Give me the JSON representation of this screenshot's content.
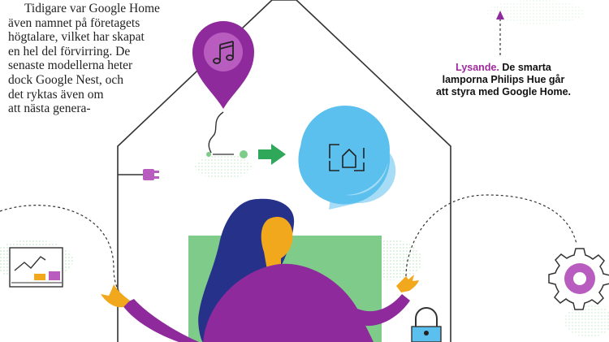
{
  "article": {
    "lines": [
      "Tidigare var Google Home",
      "även namnet på företagets",
      "högtalare, vilket har skapat",
      "en hel del förvirring. De",
      "senaste modellerna heter",
      "dock Google Nest, och",
      "det ryktas även om",
      "att nästa genera-"
    ]
  },
  "caption": {
    "highlight": "Lysande.",
    "text": "De smarta lamporna Philips Hue går att styra med Google Home."
  },
  "illustration": {
    "icons": [
      "music-note-icon",
      "home-icon",
      "power-plug-icon",
      "arrow-right-icon",
      "chart-icon",
      "gear-icon",
      "padlock-icon"
    ],
    "colors": {
      "purple": "#8e2a9b",
      "purple_light": "#b85cc0",
      "light_blue": "#5bc0ee",
      "pale_blue": "#a6dcf5",
      "green": "#7ecb8a",
      "green_arrow": "#2fa85a",
      "navy_hair": "#26318a",
      "skin": "#f2a81d",
      "outline": "#333333"
    }
  }
}
